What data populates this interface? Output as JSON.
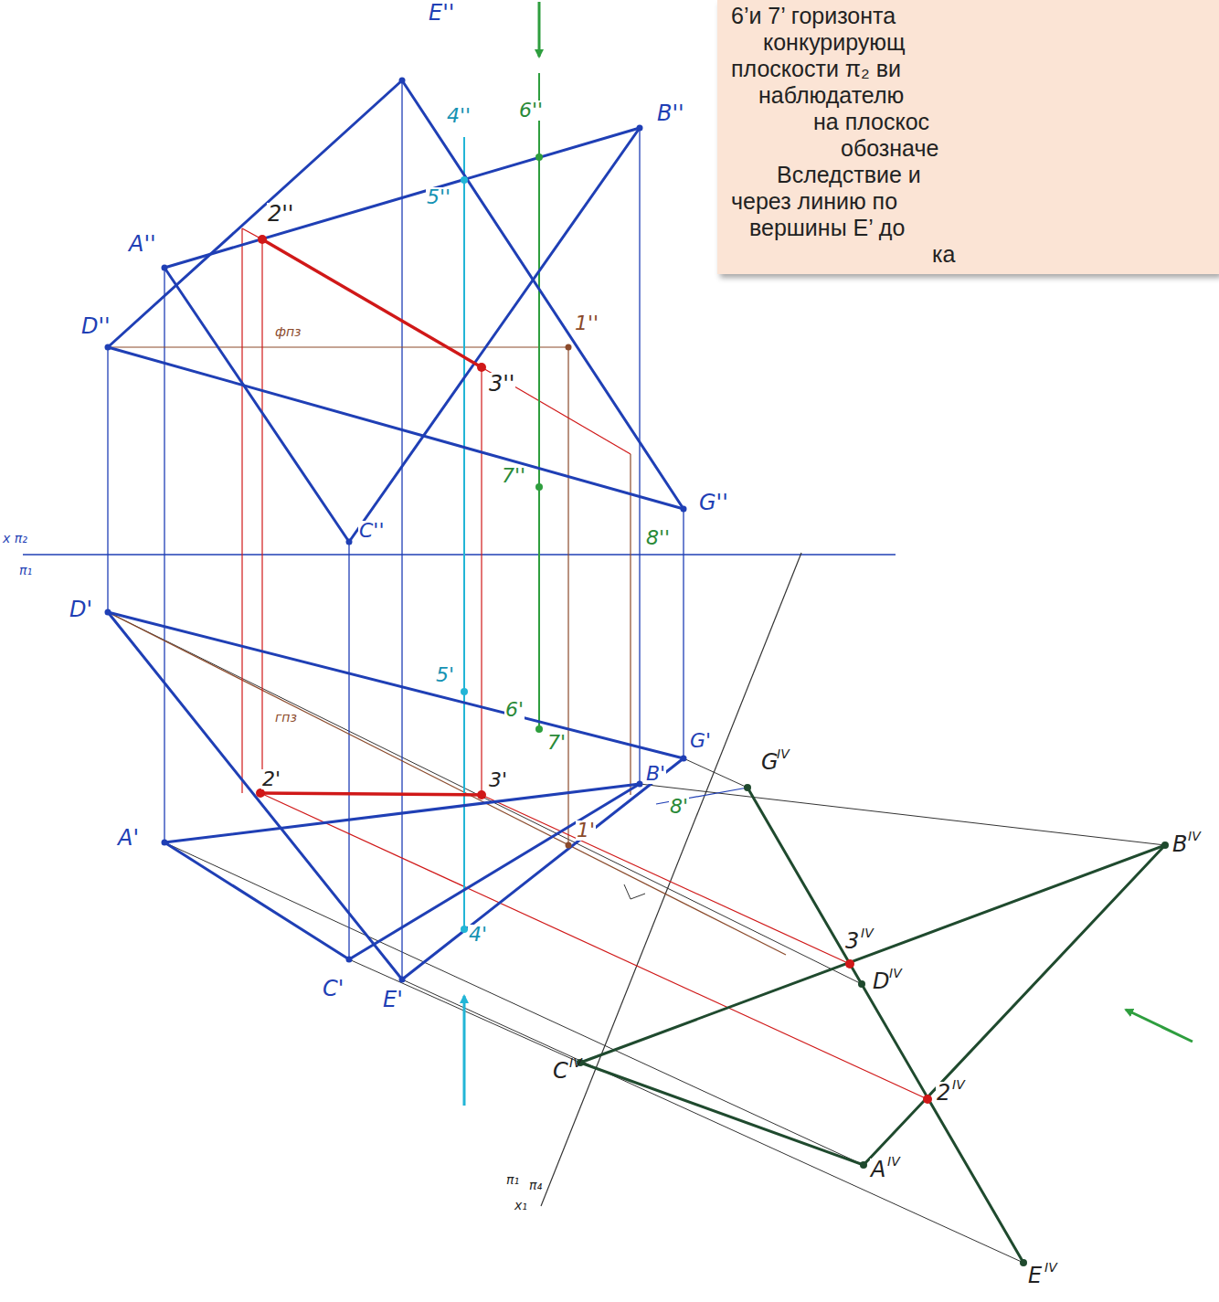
{
  "diagram": {
    "nodes": [
      {
        "text": [
          "6’и 7’ горизонта",
          "конкурирующ",
          "плоскости π₂ ви",
          "наблюдателю",
          "на плоскос",
          "обозначе",
          "Вследствие и",
          "через линию по",
          "вершины E’ до",
          "ка"
        ]
      }
    ],
    "labels": [
      "E''",
      "4''",
      "6''",
      "B''",
      "5''",
      "2''",
      "A''",
      "D''",
      "фпз",
      "1''",
      "3''",
      "7''",
      "C''",
      "G''",
      "x π₂",
      "π₁",
      "8''",
      "D'",
      "B'",
      "8'",
      "5'",
      "6'",
      "гпз",
      "7'",
      "G'",
      "2'",
      "3'",
      "A'",
      "1'",
      "4'",
      "C'",
      "E'",
      "G",
      "IV",
      "B",
      "IV",
      "3",
      "IV",
      "D",
      "IV",
      "C",
      "IV",
      "A",
      "IV",
      "2",
      "IV",
      "E",
      "IV",
      "π₁",
      "π₄",
      "x₁"
    ]
  }
}
